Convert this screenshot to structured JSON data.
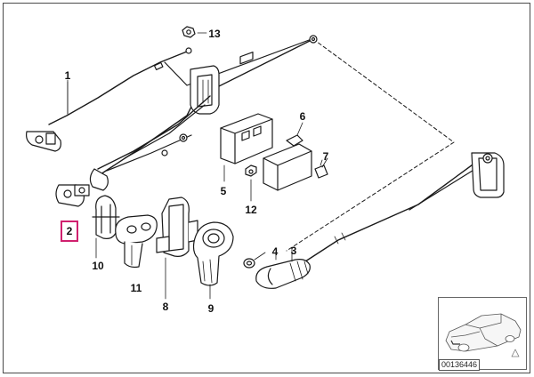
{
  "diagram": {
    "part_number_labels": [
      {
        "id": "1",
        "text": "1",
        "selected": false
      },
      {
        "id": "2",
        "text": "2",
        "selected": true
      },
      {
        "id": "3",
        "text": "3",
        "selected": false
      },
      {
        "id": "4",
        "text": "4",
        "selected": false
      },
      {
        "id": "5",
        "text": "5",
        "selected": false
      },
      {
        "id": "6",
        "text": "6",
        "selected": false
      },
      {
        "id": "7",
        "text": "7",
        "selected": false
      },
      {
        "id": "8",
        "text": "8",
        "selected": false
      },
      {
        "id": "9",
        "text": "9",
        "selected": false
      },
      {
        "id": "10",
        "text": "10",
        "selected": false
      },
      {
        "id": "11",
        "text": "11",
        "selected": false
      },
      {
        "id": "12",
        "text": "12",
        "selected": false
      },
      {
        "id": "13",
        "text": "13",
        "selected": false
      }
    ],
    "highlight_color": "#d0206e",
    "thumbnail": {
      "code": "00136446"
    }
  }
}
